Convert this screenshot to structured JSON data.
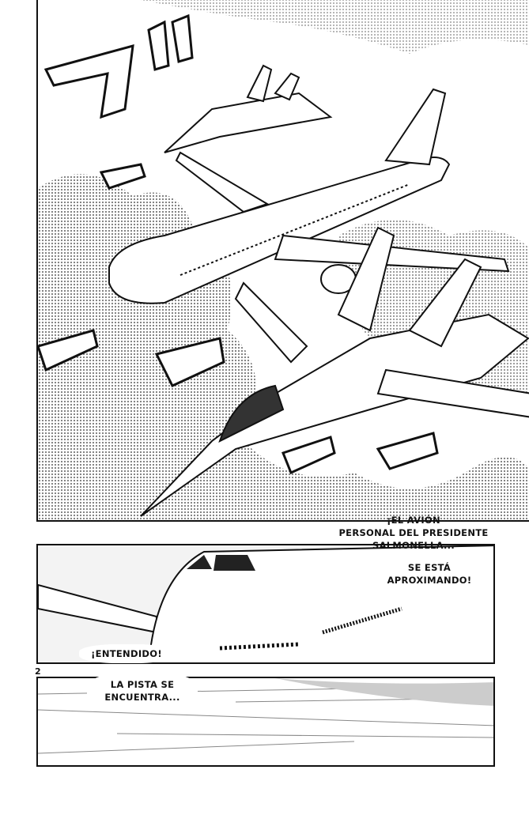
{
  "page": {
    "number": "2"
  },
  "panels": [
    {
      "id": "p1",
      "scene": "jets-escorting-airliner"
    },
    {
      "id": "p2",
      "scene": "airliner-closeup"
    },
    {
      "id": "p3",
      "scene": "runway-speedlines"
    }
  ],
  "bubbles": {
    "b1_line1": "¡EL AVIÓN",
    "b1_line2": "PERSONAL DEL PRESIDENTE",
    "b1_line3": "SALMONELLA...",
    "b2_line1": "SE ESTÁ",
    "b2_line2": "APROXIMANDO!",
    "b3": "¡ENTENDIDO!",
    "b4_line1": "LA PISTA SE",
    "b4_line2": "ENCUENTRA..."
  },
  "colors": {
    "ink": "#111111",
    "paper": "#ffffff",
    "screentone": "#9a9a9a"
  }
}
